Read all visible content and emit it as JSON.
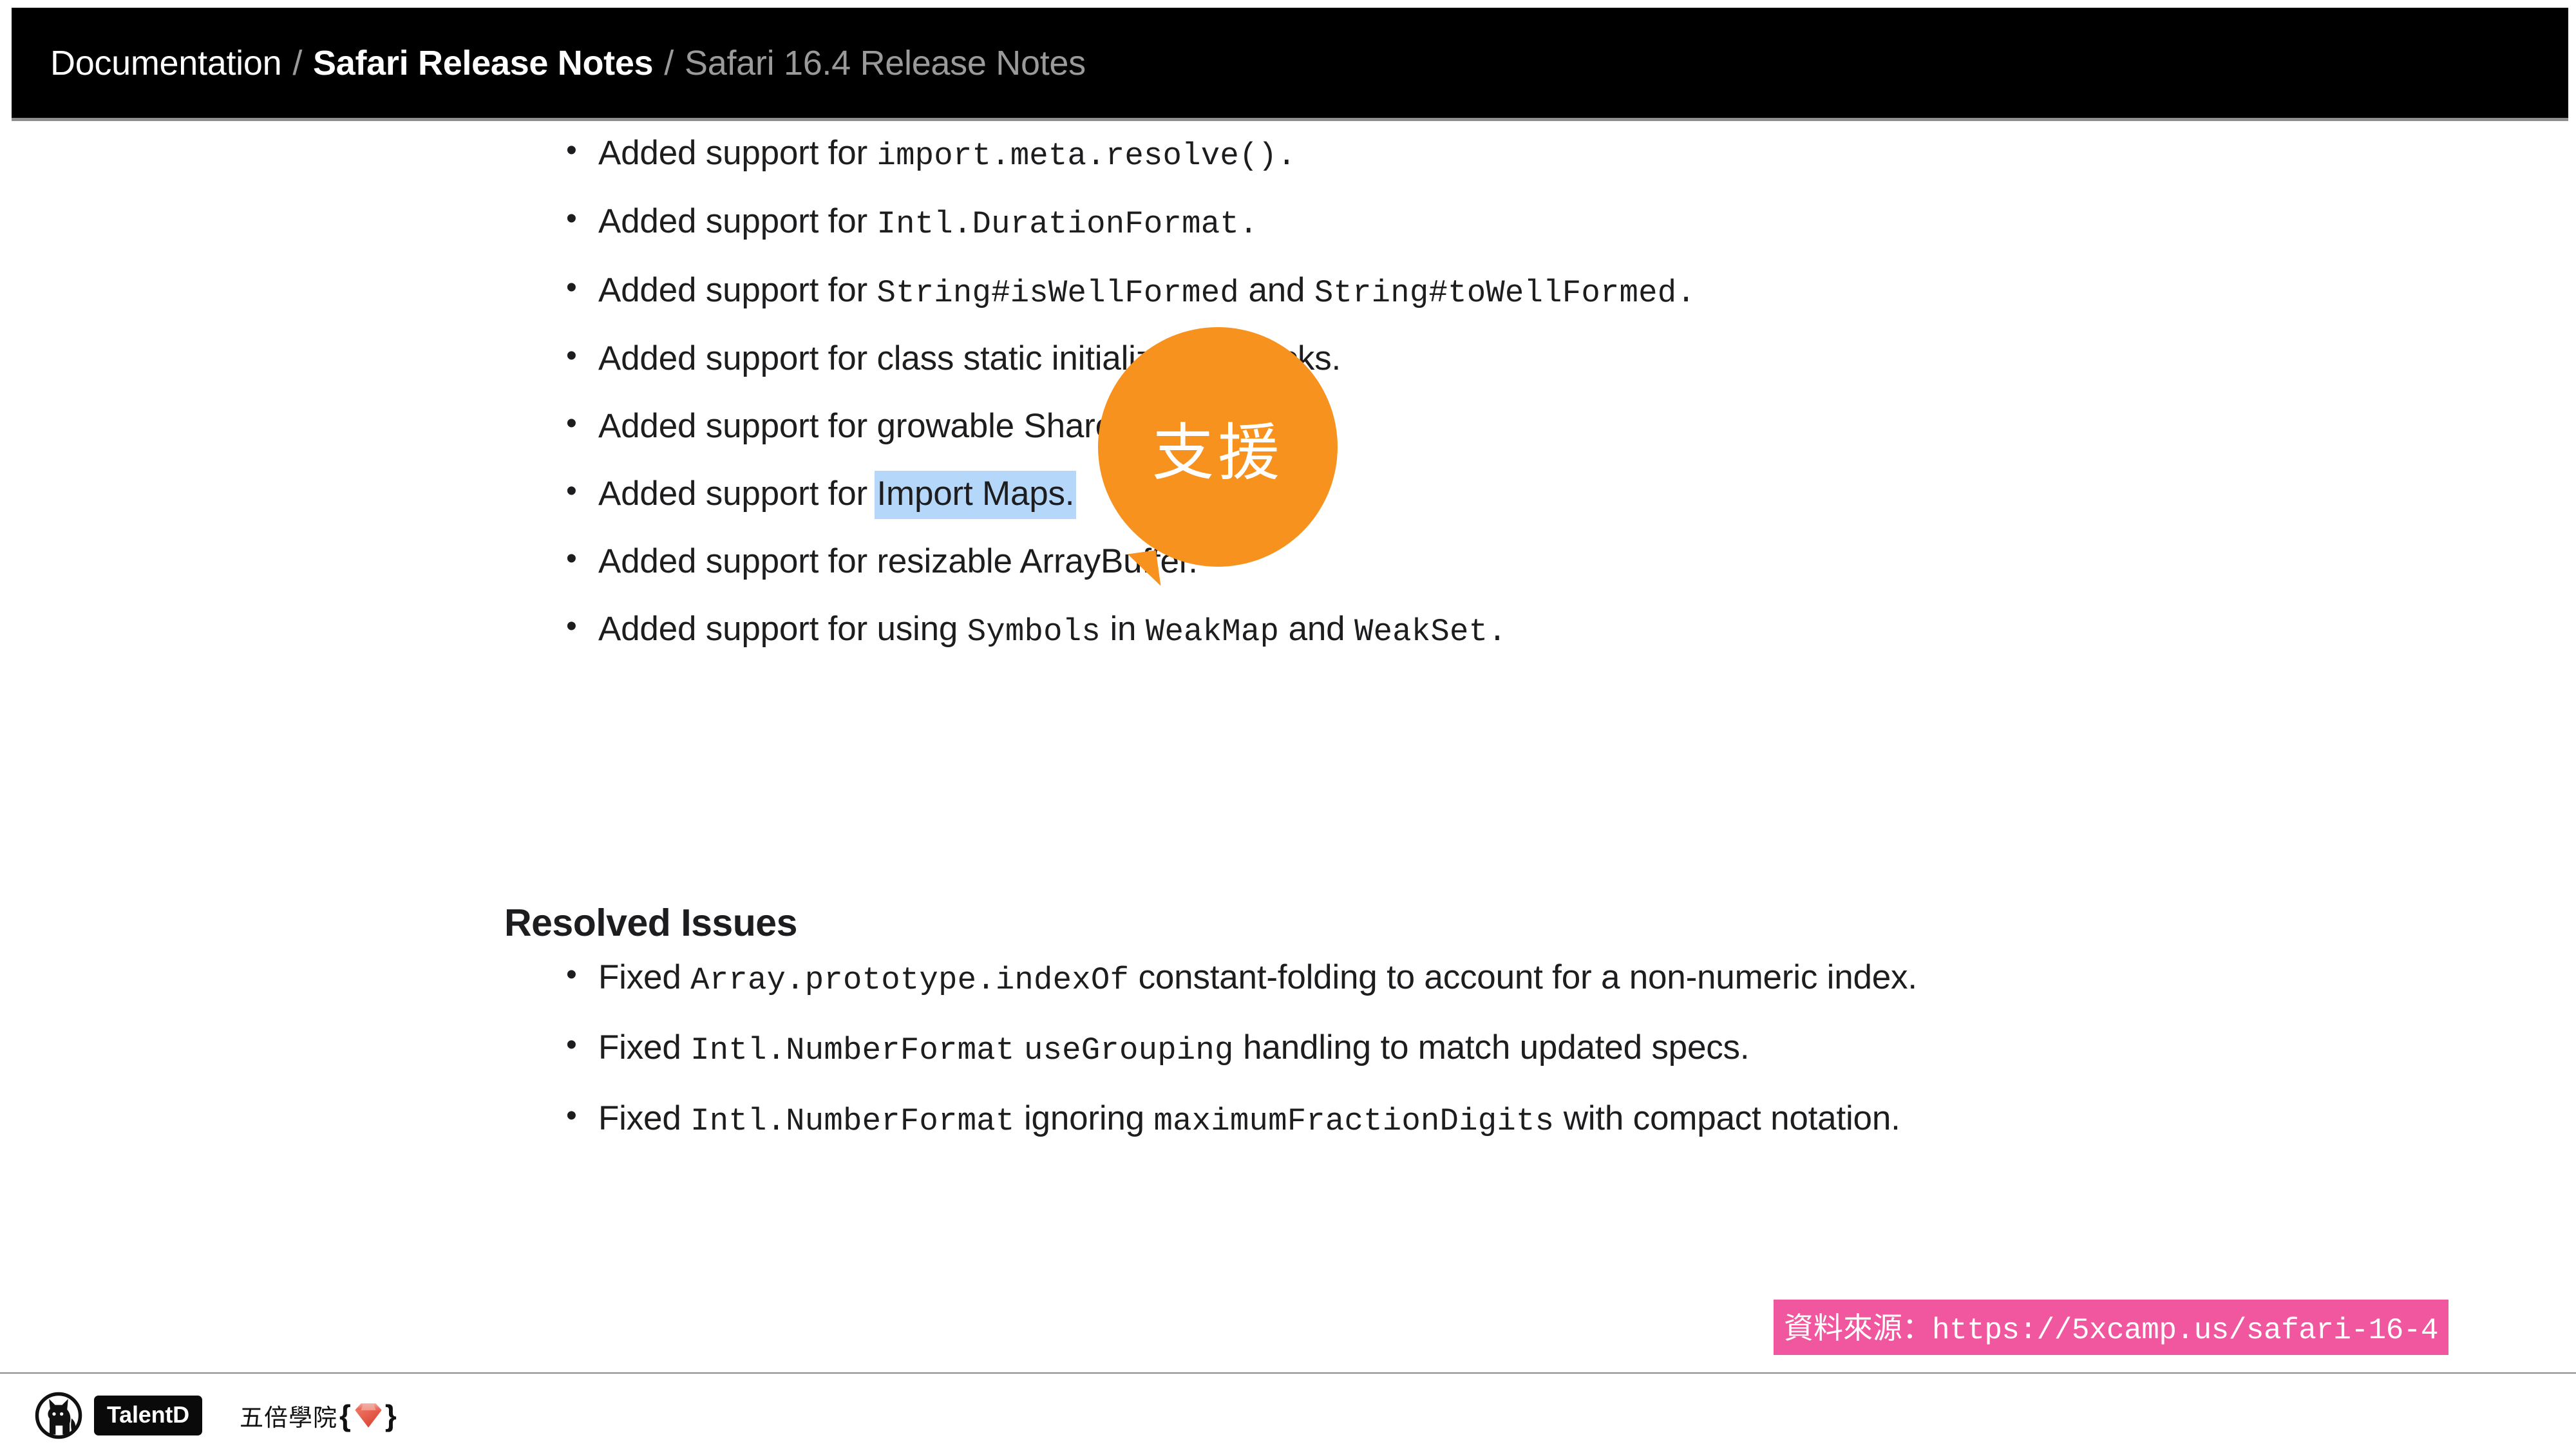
{
  "header": {
    "breadcrumb": [
      {
        "label": "Documentation",
        "current": false
      },
      {
        "label": "Safari Release Notes",
        "current": false
      },
      {
        "label": "Safari 16.4 Release Notes",
        "current": true
      }
    ],
    "separator": "/"
  },
  "content": {
    "new_features_bullets": [
      {
        "prefix": "Added support for ",
        "code": "import.meta.resolve()",
        "suffix": "."
      },
      {
        "prefix": "Added support for ",
        "code": "Intl.DurationFormat",
        "suffix": "."
      },
      {
        "prefix": "Added support for ",
        "code": "String#isWellFormed",
        "mid": " and ",
        "code2": "String#toWellFormed",
        "suffix": "."
      },
      {
        "prefix": "Added support for class static initialization blocks."
      },
      {
        "prefix": "Added support for growable SharedArrayBuffer."
      },
      {
        "prefix": "Added support for ",
        "link": "Import Maps.",
        "selected": true
      },
      {
        "prefix": "Added support for resizable ArrayBuffer."
      },
      {
        "prefix": "Added support for using ",
        "code": "Symbols",
        "mid": " in ",
        "code2": "WeakMap",
        "mid2": " and ",
        "code3": "WeakSet",
        "suffix": "."
      }
    ],
    "resolved_heading": "Resolved Issues",
    "resolved_bullets": [
      {
        "prefix": "Fixed ",
        "code": "Array.prototype.indexOf",
        "suffix": " constant-folding to account for a non-numeric index."
      },
      {
        "prefix": "Fixed ",
        "code": "Intl.NumberFormat",
        "mid": " ",
        "code2": "useGrouping",
        "suffix": " handling to match updated specs."
      },
      {
        "prefix": "Fixed ",
        "code": "Intl.NumberFormat",
        "mid": " ignoring ",
        "code2": "maximumFractionDigits",
        "suffix": " with compact notation."
      }
    ]
  },
  "annotation": {
    "bubble_text": "支援",
    "bubble_color": "#f7921e"
  },
  "source_badge": {
    "label": "資料來源：",
    "url": "https://5xcamp.us/safari-16-4",
    "background": "#f0579f"
  },
  "footer": {
    "brand_badge": "TalentD",
    "school_name": "五倍學院",
    "brace_open": "{",
    "brace_close": "}"
  }
}
